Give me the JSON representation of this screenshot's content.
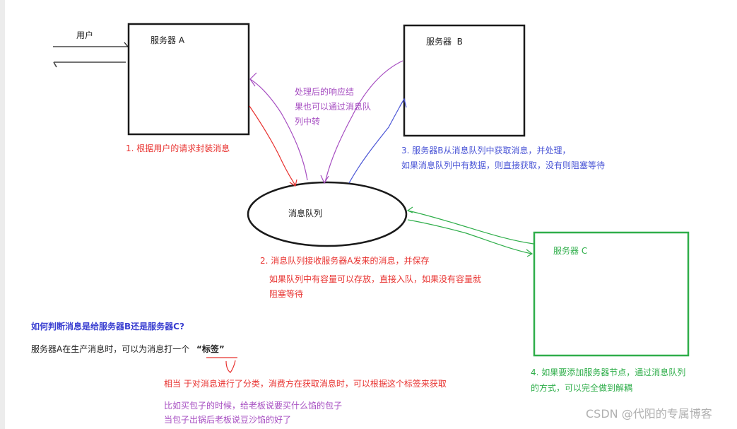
{
  "diagram": {
    "user_label": "用户",
    "server_a": {
      "label": "服务器 A"
    },
    "server_b": {
      "label": "服务器  B"
    },
    "server_c": {
      "label": "服务器 C"
    },
    "queue": {
      "label": "消息队列"
    },
    "purple_note": [
      "处理后的响应结",
      "果也可以通过消息队",
      "列中转"
    ],
    "step1": "1. 根据用户的请求封装消息",
    "step2": "2. 消息队列接收服务器A发来的消息，并保存",
    "step2_detail": [
      "如果队列中有容量可以存放，直接入队，如果没有容量就",
      "阻塞等待"
    ],
    "step3": [
      "3. 服务器B从消息队列中获取消息，并处理，",
      "如果消息队列中有数据，则直接获取，没有则阻塞等待"
    ],
    "step4": [
      "4. 如果要添加服务器节点，通过消息队列",
      "的方式，可以完全做到解耦"
    ],
    "question": "如何判断消息是给服务器B还是服务器C?",
    "answer_prefix": "服务器A在生产消息时，可以为消息打一个",
    "answer_tag": "“标签”",
    "tag_explain": "相当 于对消息进行了分类，消费方在获取消息时，可以根据这个标签来获取",
    "example": [
      "比如买包子的时候，给老板说要买什么馅的包子",
      "当包子出锅后老板说豆沙馅的好了"
    ],
    "colors": {
      "black": "#222222",
      "red": "#e8322f",
      "purple": "#a64dc1",
      "blue": "#4a55d6",
      "green": "#2fae4a"
    }
  },
  "watermark": "CSDN @代阳的专属博客"
}
